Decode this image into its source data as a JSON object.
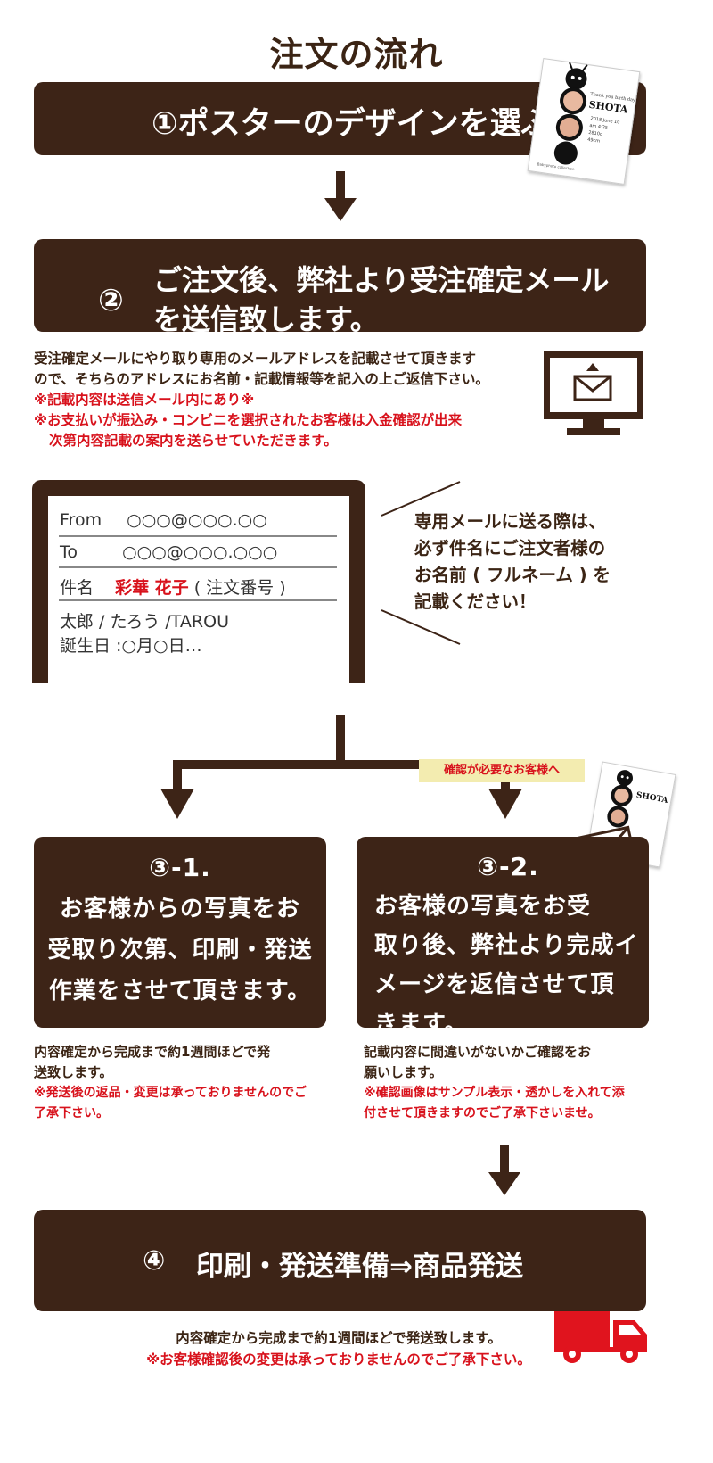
{
  "title": "注文の流れ",
  "step1": {
    "label": "①ポスターのデザインを選ぶ"
  },
  "poster": {
    "header": "Thank you birth day",
    "name": "SHOTA",
    "lines": [
      "2018 June 10",
      "am 4:25",
      "2810g",
      "49cm"
    ],
    "footer": "Babyphoto collection"
  },
  "step2": {
    "num": "②",
    "line1": "ご注文後、弊社より受注確定メール",
    "line2": "を送信致します。"
  },
  "step2_note": {
    "line1": "受注確定メールにやり取り専用のメールアドレスを記載させて頂きます",
    "line2": "ので、そちらのアドレスにお名前・記載情報等を記入の上ご返信下さい。",
    "red1": "※記載内容は送信メール内にあり※",
    "red2": "※お支払いが振込み・コンビニを選択されたお客様は入金確認が出来",
    "red3": "次第内容記載の案内を送らせていただきます。"
  },
  "mail_example": {
    "from_label": "From",
    "from_value": "○○○@○○○.○○",
    "to_label": "To",
    "to_value": "○○○@○○○.○○○",
    "subject_label": "件名",
    "subject_name": "彩華 花子",
    "subject_suffix": "( 注文番号 )",
    "body1": "太郎 / たろう /TAROU",
    "body2": "誕生日 :○月○日…"
  },
  "mail_callout": {
    "line1": "専用メールに送る際は、",
    "line2": "必ず件名にご注文者様の",
    "line3": "お名前 ( フルネーム ) を",
    "line4": "記載ください！"
  },
  "confirm_tag": "確認が必要なお客様へ",
  "step3_1": {
    "num": "③-1.",
    "line1": "お客様からの写真をお",
    "line2": "受取り次第、印刷・発送",
    "line3": "作業をさせて頂きます。",
    "note1": "内容確定から完成まで約1週間ほどで発",
    "note2": "送致します。",
    "red1": "※発送後の返品・変更は承っておりませんのでご",
    "red2": "了承下さい。"
  },
  "step3_2": {
    "num": "③-2.",
    "line1": "お客様の写真をお受",
    "line2": "取り後、弊社より完成イ",
    "line3": "メージを返信させて頂",
    "line4": "きます。",
    "note1": "記載内容に間違いがないかご確認をお",
    "note2": "願いします。",
    "red1": "※確認画像はサンプル表示・透かしを入れて添",
    "red2": "付させて頂きますのでご了承下さいませ。"
  },
  "step4": {
    "num": "④",
    "label": "印刷・発送準備⇒商品発送"
  },
  "step4_note": {
    "line1": "内容確定から完成まで約1週間ほどで発送致します。",
    "red": "※お客様確認後の変更は承っておりませんのでご了承下さい。"
  },
  "colors": {
    "brown": "#3d2417",
    "red": "#d8121c",
    "tag_bg": "#f3ecb0",
    "truck": "#e0141e"
  },
  "icons": [
    "monitor-mail-icon",
    "envelope-icon",
    "truck-icon",
    "down-arrow-icon"
  ]
}
